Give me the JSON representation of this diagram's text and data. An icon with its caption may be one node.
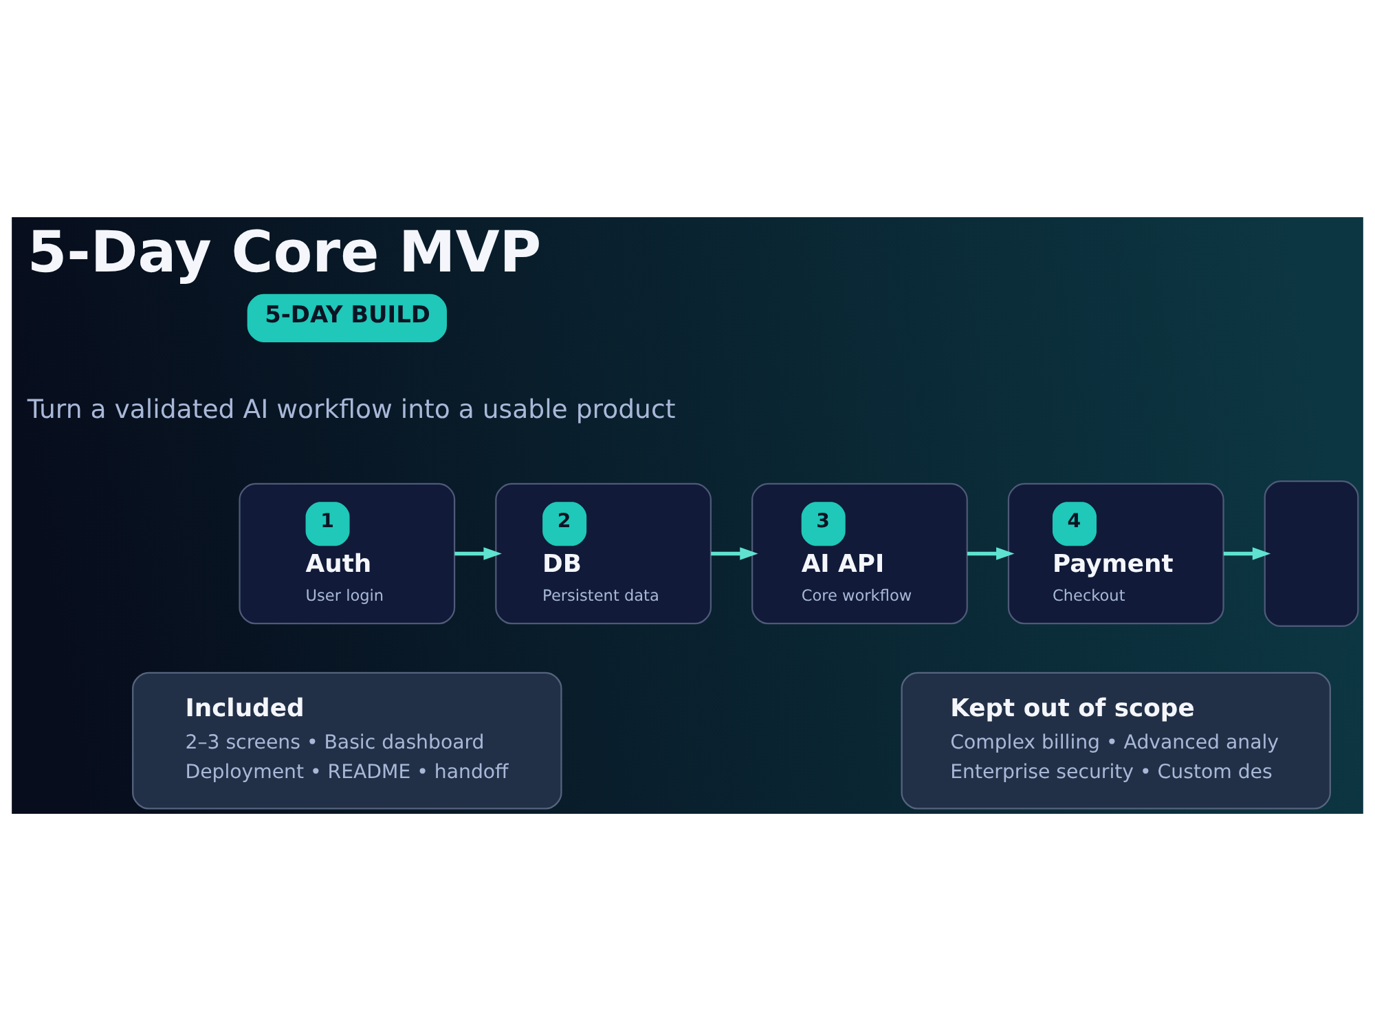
{
  "diagram": {
    "title": "5-Day Core MVP",
    "nodes": [
      {
        "text": [
          "5-DAY BUILD"
        ]
      },
      {
        "text": [
          "1",
          "Auth",
          "User login"
        ]
      },
      {
        "text": [
          "2",
          "DB",
          "Persistent data"
        ]
      },
      {
        "text": [
          "3",
          "AI API",
          "Core workflow"
        ]
      },
      {
        "text": [
          "4",
          "Payment",
          "Checkout"
        ]
      },
      {
        "text": [],
        "shape": "box"
      },
      {
        "text": [
          "Included",
          "2–3 screens • Basic dashboard",
          "Deployment • README • handoff"
        ]
      },
      {
        "text": [
          "Kept out of scope",
          "Complex billing • Advanced analy",
          "Enterprise security • Custom des"
        ]
      }
    ],
    "edges": [
      {
        "from": 1,
        "to": 2,
        "arrow": "to"
      },
      {
        "from": 2,
        "to": 3,
        "arrow": "to"
      },
      {
        "from": 3,
        "to": 4,
        "arrow": "to"
      },
      {
        "from": 4,
        "to": 5,
        "arrow": "to"
      }
    ],
    "labels": [
      "Turn a validated AI workflow into a usable product"
    ]
  }
}
